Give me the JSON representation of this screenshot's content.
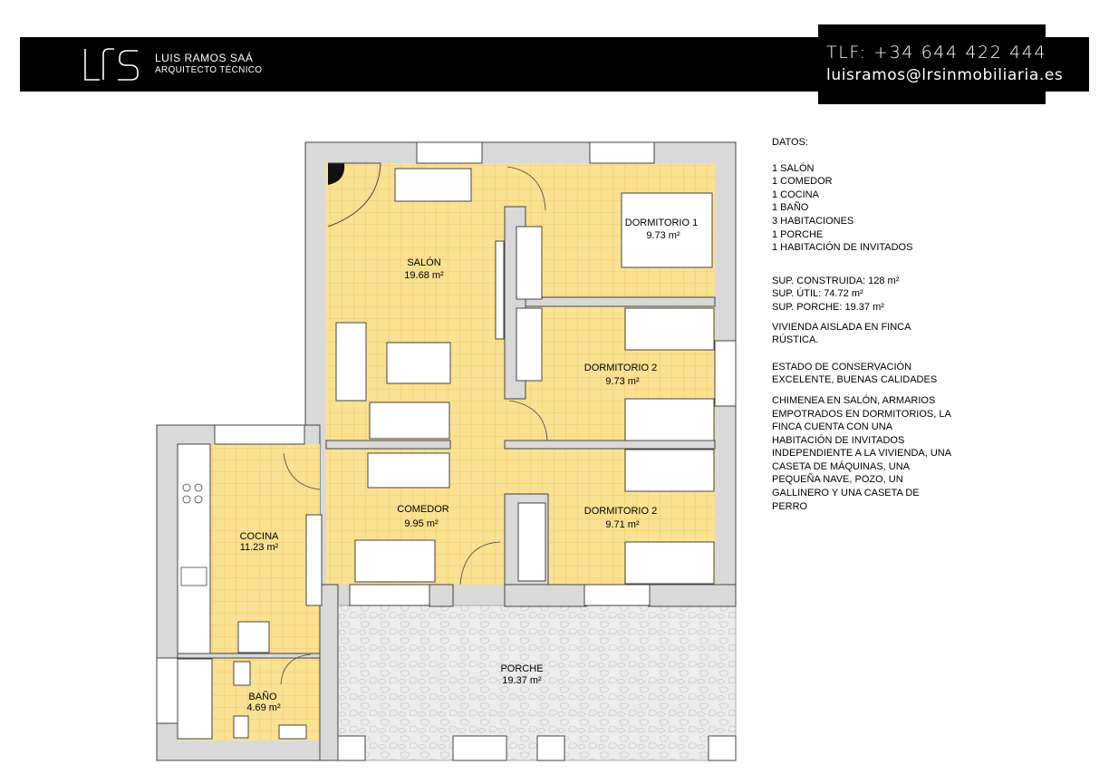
{
  "header": {
    "brand_name": "LUIS RAMOS SAÁ",
    "brand_subtitle": "ARQUITECTO TÉCNICO",
    "phone": "TLF: +34 644 422 444",
    "email": "luisramos@lrsinmobiliaria.es"
  },
  "plan": {
    "rooms": {
      "salon": {
        "name": "SALÓN",
        "area": "19.68 m²"
      },
      "dormitorio1": {
        "name": "DORMITORIO  1",
        "area": "9.73 m²"
      },
      "dormitorio2a": {
        "name": "DORMITORIO  2",
        "area": "9.73 m²"
      },
      "dormitorio2b": {
        "name": "DORMITORIO  2",
        "area": "9.71 m²"
      },
      "comedor": {
        "name": "COMEDOR",
        "area": "9.95 m²"
      },
      "cocina": {
        "name": "COCINA",
        "area": "11.23 m²"
      },
      "bano": {
        "name": "BAÑO",
        "area": "4.69 m²"
      },
      "porche": {
        "name": "PORCHE",
        "area": "19.37 m²"
      }
    },
    "colors": {
      "floor": "#fbe192",
      "grid": "#e8c560",
      "wall": "#d9d9d9",
      "porch": "#e6e6e6"
    }
  },
  "info": {
    "title": "DATOS:",
    "rooms_list": "1 SALÓN\n1 COMEDOR\n1 COCINA\n1 BAÑO\n3 HABITACIONES\n1 PORCHE\n1 HABITACIÓN DE INVITADOS",
    "surfaces": "SUP. CONSTRUIDA: 128 m²\nSUP. ÚTIL: 74.72 m²\nSUP. PORCHE: 19.37 m²",
    "type": "VIVIENDA AISLADA EN FINCA\nRÚSTICA.",
    "condition": "ESTADO DE CONSERVACIÓN\nEXCELENTE, BUENAS CALIDADES",
    "features": "CHIMENEA EN SALÓN, ARMARIOS\nEMPOTRADOS EN DORMITORIOS, LA\nFINCA CUENTA CON UNA\nHABITACIÓN DE INVITADOS\nINDEPENDIENTE A LA VIVIENDA, UNA\nCASETA DE MÁQUINAS, UNA\nPEQUEÑA NAVE, POZO, UN\nGALLINERO Y UNA CASETA DE\nPERRO"
  }
}
